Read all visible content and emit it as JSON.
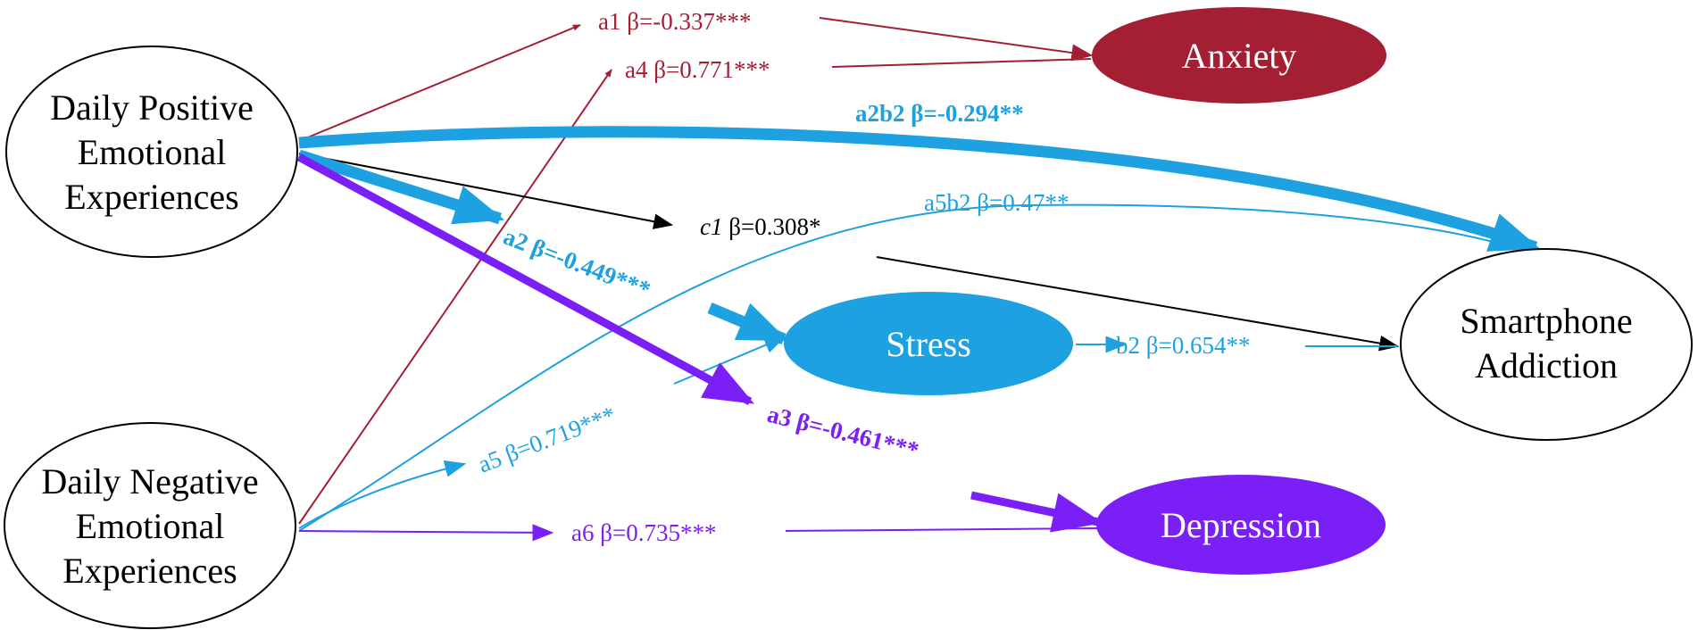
{
  "diagram": {
    "nodes": {
      "positive": {
        "lines": [
          "Daily Positive",
          "Emotional",
          "Experiences"
        ]
      },
      "negative": {
        "lines": [
          "Daily Negative",
          "Emotional",
          "Experiences"
        ]
      },
      "anxiety": {
        "label": "Anxiety"
      },
      "stress": {
        "label": "Stress"
      },
      "depression": {
        "label": "Depression"
      },
      "addiction": {
        "lines": [
          "Smartphone",
          "Addiction"
        ]
      }
    },
    "paths": {
      "a1": "a1 β=-0.337***",
      "a4": "a4 β=0.771***",
      "a2b2": "a2b2 β=-0.294**",
      "a5b2": "a5b2 β=0.47**",
      "c1_name": "c1",
      "c1_value": " β=0.308*",
      "a2": "a2 β=-0.449***",
      "b2": "b2 β=0.654**",
      "a5": "a5 β=0.719***",
      "a3": "a3 β=-0.461***",
      "a6": "a6 β=0.735***"
    },
    "colors": {
      "anxiety": "#a41e34",
      "stress": "#1da1e0",
      "depression": "#7a1ff5",
      "neutral": "#000000"
    }
  }
}
